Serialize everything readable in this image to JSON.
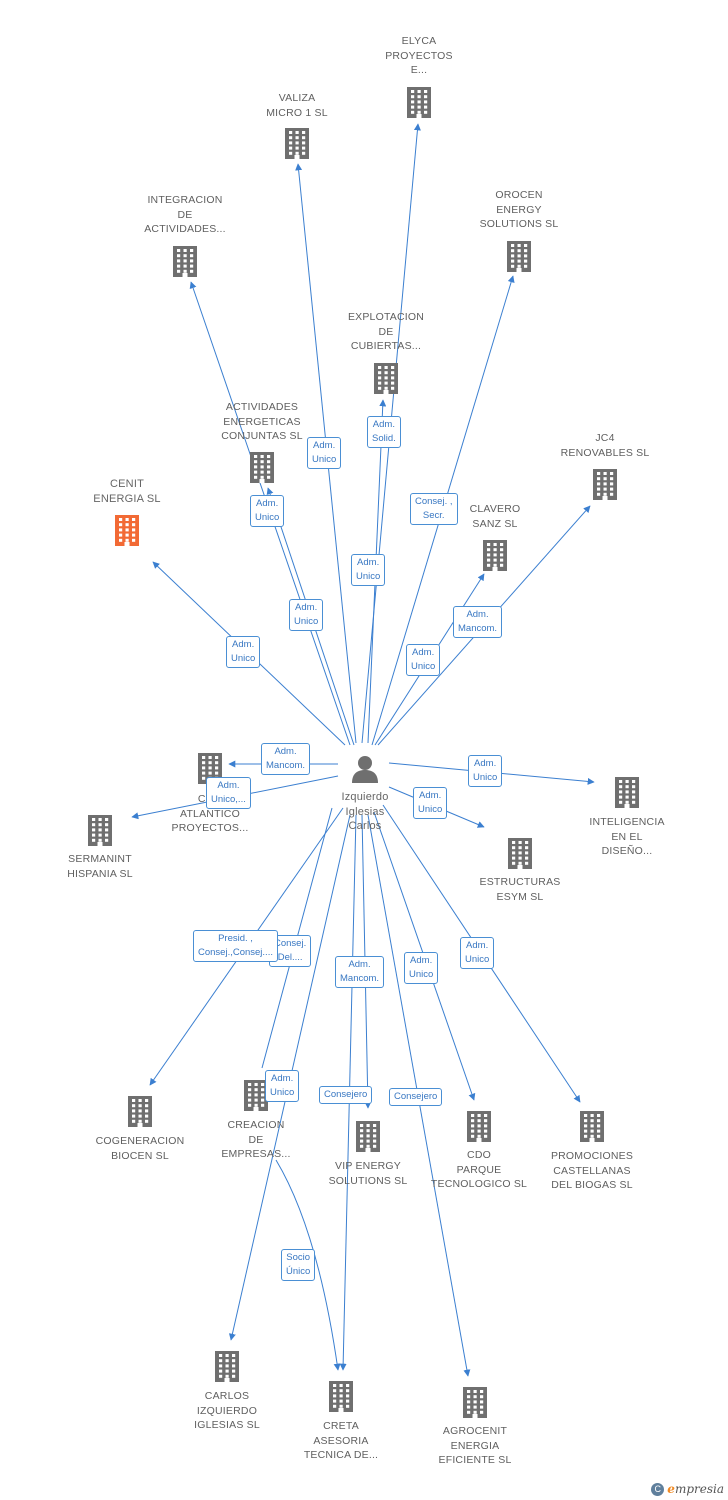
{
  "center": {
    "label": [
      "Izquierdo",
      "Iglesias",
      "Carlos"
    ]
  },
  "companies": [
    {
      "id": "elyca",
      "label": [
        "ELYCA",
        "PROYECTOS",
        "E..."
      ]
    },
    {
      "id": "valiza",
      "label": [
        "VALIZA",
        "MICRO 1 SL"
      ]
    },
    {
      "id": "integracion",
      "label": [
        "INTEGRACION",
        "DE",
        "ACTIVIDADES..."
      ]
    },
    {
      "id": "orocen",
      "label": [
        "OROCEN",
        "ENERGY",
        "SOLUTIONS SL"
      ]
    },
    {
      "id": "explotacion",
      "label": [
        "EXPLOTACION",
        "DE",
        "CUBIERTAS..."
      ]
    },
    {
      "id": "actividades",
      "label": [
        "ACTIVIDADES",
        "ENERGETICAS",
        "CONJUNTAS SL"
      ]
    },
    {
      "id": "jc4",
      "label": [
        "JC4",
        "RENOVABLES SL"
      ]
    },
    {
      "id": "cenit",
      "label": [
        "CENIT",
        "ENERGIA SL"
      ],
      "highlight": true
    },
    {
      "id": "clavero",
      "label": [
        "CLAVERO",
        "SANZ SL"
      ]
    },
    {
      "id": "ce_atlantico",
      "label": [
        "CE...",
        "ATLANTICO",
        "PROYECTOS..."
      ]
    },
    {
      "id": "sermanint",
      "label": [
        "SERMANINT",
        "HISPANIA SL"
      ]
    },
    {
      "id": "inteligencia",
      "label": [
        "INTELIGENCIA",
        "EN EL",
        "DISEÑO..."
      ]
    },
    {
      "id": "estructuras",
      "label": [
        "ESTRUCTURAS",
        "ESYM SL"
      ]
    },
    {
      "id": "cogeneracion",
      "label": [
        "COGENERACION",
        "BIOCEN SL"
      ]
    },
    {
      "id": "creacion",
      "label": [
        "CREACION",
        "DE",
        "EMPRESAS..."
      ]
    },
    {
      "id": "vip",
      "label": [
        "VIP ENERGY",
        "SOLUTIONS SL"
      ]
    },
    {
      "id": "cdo",
      "label": [
        "CDO",
        "PARQUE",
        "TECNOLOGICO SL"
      ]
    },
    {
      "id": "promociones",
      "label": [
        "PROMOCIONES",
        "CASTELLANAS",
        "DEL BIOGAS SL"
      ]
    },
    {
      "id": "carlos",
      "label": [
        "CARLOS",
        "IZQUIERDO",
        "IGLESIAS SL"
      ]
    },
    {
      "id": "creta",
      "label": [
        "CRETA",
        "ASESORIA",
        "TECNICA DE..."
      ]
    },
    {
      "id": "agrocenit",
      "label": [
        "AGROCENIT",
        "ENERGIA",
        "EFICIENTE SL"
      ]
    }
  ],
  "relations": [
    {
      "id": "r_valiza",
      "label": [
        "Adm.",
        "Unico"
      ]
    },
    {
      "id": "r_explotacion",
      "label": [
        "Adm.",
        "Solid."
      ]
    },
    {
      "id": "r_orocen",
      "label": [
        "Consej. ,",
        "Secr."
      ]
    },
    {
      "id": "r_actividades",
      "label": [
        "Adm.",
        "Unico"
      ]
    },
    {
      "id": "r_elyca",
      "label": [
        "Adm.",
        "Unico"
      ]
    },
    {
      "id": "r_integracion",
      "label": [
        "Adm.",
        "Unico"
      ]
    },
    {
      "id": "r_jc4",
      "label": [
        "Adm.",
        "Mancom."
      ]
    },
    {
      "id": "r_cenit",
      "label": [
        "Adm.",
        "Unico"
      ]
    },
    {
      "id": "r_clavero",
      "label": [
        "Adm.",
        "Unico"
      ]
    },
    {
      "id": "r_ce_atlantico",
      "label": [
        "Adm.",
        "Mancom."
      ]
    },
    {
      "id": "r_sermanint",
      "label": [
        "Adm.",
        "Unico,..."
      ]
    },
    {
      "id": "r_inteligencia",
      "label": [
        "Adm.",
        "Unico"
      ]
    },
    {
      "id": "r_estructuras",
      "label": [
        "Adm.",
        "Unico"
      ]
    },
    {
      "id": "r_cogeneracion_2",
      "label": [
        "Consej.",
        "Del...."
      ]
    },
    {
      "id": "r_cogeneracion",
      "label": [
        "Presid. ,",
        "Consej.,Consej...."
      ]
    },
    {
      "id": "r_vip",
      "label": [
        "Adm.",
        "Mancom."
      ]
    },
    {
      "id": "r_cdo",
      "label": [
        "Adm.",
        "Unico"
      ]
    },
    {
      "id": "r_promociones",
      "label": [
        "Adm.",
        "Unico"
      ]
    },
    {
      "id": "r_carlos",
      "label": [
        "Adm.",
        "Unico"
      ]
    },
    {
      "id": "r_creta_a",
      "label": [
        "Consejero"
      ]
    },
    {
      "id": "r_agrocenit",
      "label": [
        "Consejero"
      ]
    },
    {
      "id": "r_creta_b",
      "label": [
        "Socio",
        "Único"
      ]
    }
  ],
  "colors": {
    "edge": "#3b7fd0",
    "building": "#6f6f6f",
    "highlight": "#f26a35",
    "person": "#6f6f6f"
  },
  "icons": {
    "building": "building-icon",
    "person": "person-icon"
  },
  "brand": {
    "c": "C",
    "e": "e",
    "rest": "mpresia"
  }
}
